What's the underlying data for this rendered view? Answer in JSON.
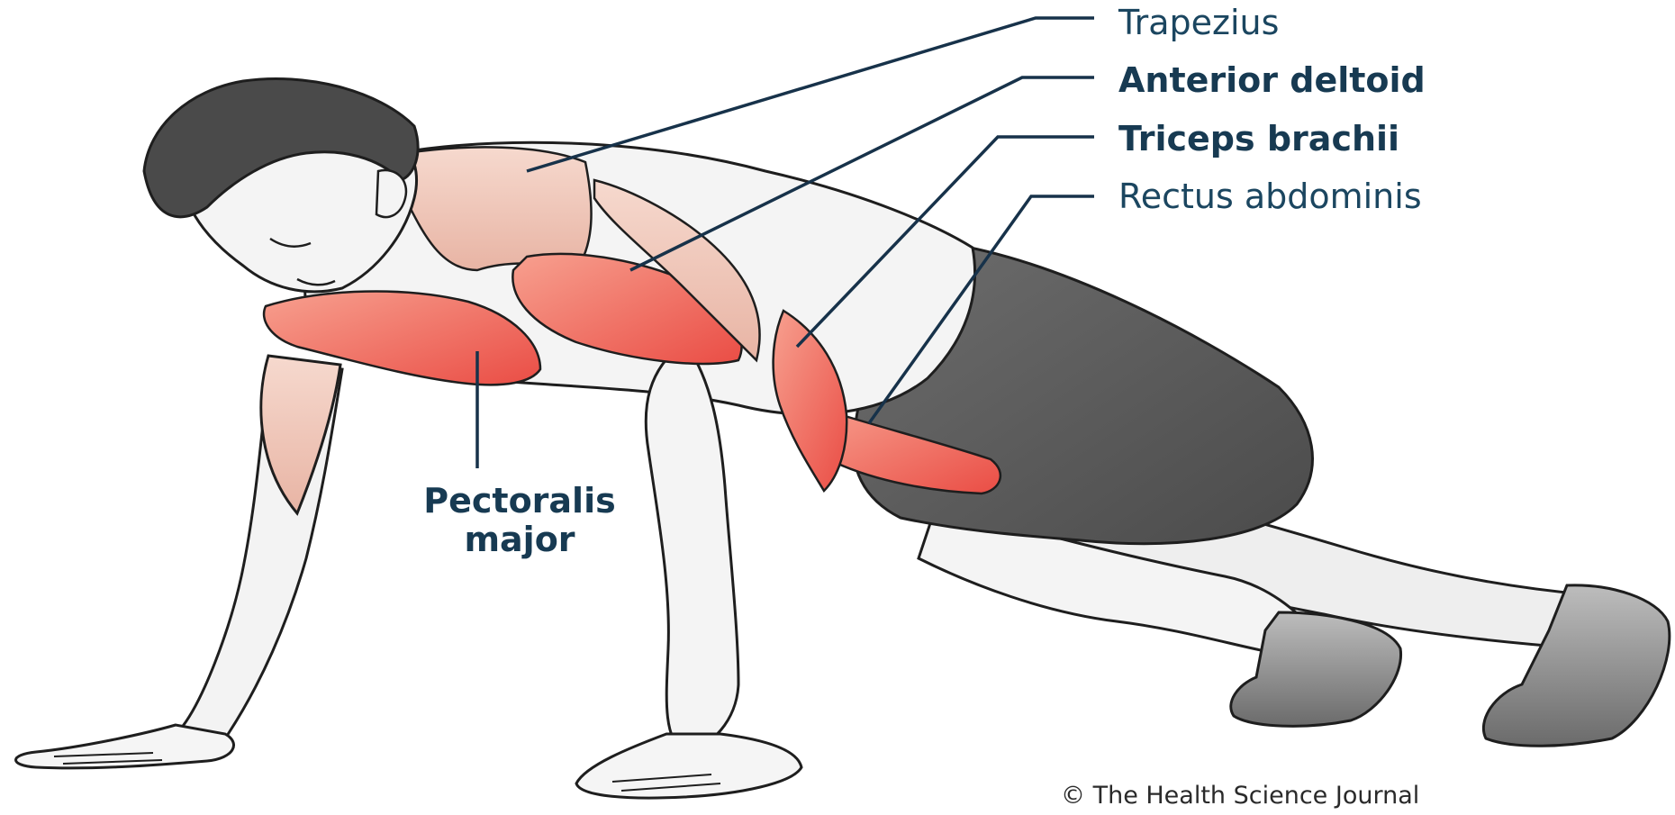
{
  "labels": {
    "trapezius": "Trapezius",
    "anterior_deltoid": "Anterior deltoid",
    "triceps_brachii": "Triceps brachii",
    "rectus_abdominis": "Rectus abdominis",
    "pectoralis_line1": "Pectoralis",
    "pectoralis_line2": "major"
  },
  "credit": "© The Health Science Journal",
  "colors": {
    "muscle_highlight": "#ef5a4f",
    "muscle_pale": "#f2c7b7",
    "shorts": "#5c5c5c",
    "hair": "#4a4a4a",
    "outline": "#1e1e1e",
    "leader_line": "#17324a",
    "label_text": "#1b4660"
  }
}
